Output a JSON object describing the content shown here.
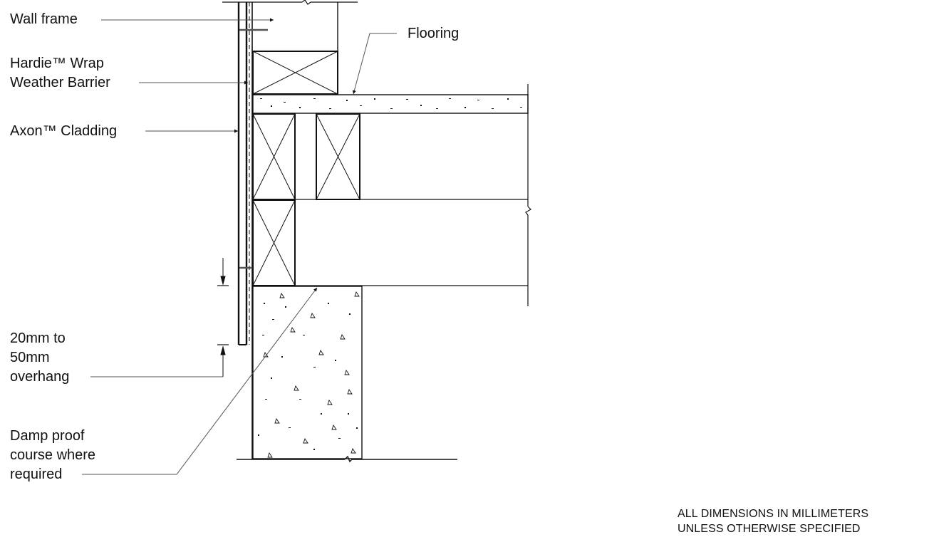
{
  "diagram": {
    "type": "construction-detail",
    "subject": "Cladding to timber floor junction over concrete foundation",
    "labels": {
      "wall_frame": "Wall frame",
      "weather_barrier_line1": "Hardie™ Wrap",
      "weather_barrier_line2": "Weather Barrier",
      "cladding": "Axon™ Cladding",
      "flooring": "Flooring",
      "overhang_line1": "20mm to",
      "overhang_line2": "50mm",
      "overhang_line3": "overhang",
      "dpc_line1": "Damp proof",
      "dpc_line2": "course where",
      "dpc_line3": "required"
    },
    "note": {
      "line1": "ALL DIMENSIONS IN MILLIMETERS",
      "line2": "UNLESS OTHERWISE SPECIFIED"
    },
    "colors": {
      "line": "#111111",
      "leader": "#555555",
      "background": "#ffffff"
    }
  }
}
